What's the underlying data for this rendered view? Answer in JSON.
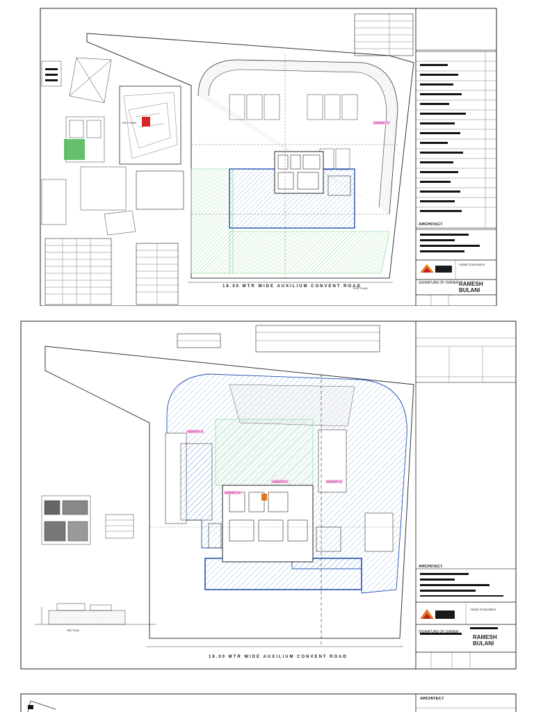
{
  "sheets": [
    {
      "id": "sheet-1",
      "road_label": "18.00 MTR WIDE AUXILIUM CONVENT ROAD",
      "site_plan_label": "SITE PLAN",
      "key_plan_label": "KEY PLAN",
      "amenity_label": "AMENITY 1",
      "title_block": {
        "title_big": "ARCHITECT",
        "owner_name": "RAMESH BULANI",
        "company_name": "Advait Corporation",
        "sign_label": "SIGNATURE OF OWNER"
      }
    },
    {
      "id": "sheet-2",
      "road_label": "18.00 MTR WIDE AUXILIUM CONVENT ROAD",
      "amenity_labels": [
        "AMENITY 2",
        "AMENITY 3",
        "AMENITY 4",
        "AMENITY 5"
      ],
      "section_label": "SECTION",
      "title_block": {
        "title_big": "ARCHITECT",
        "owner_name": "RAMESH BULANI",
        "company_name": "Advait Corporation",
        "sign_label": "SIGNATURE OF OWNER"
      }
    },
    {
      "id": "sheet-3",
      "title_block": {
        "title_big": "ARCHITECT"
      }
    }
  ],
  "colors": {
    "hatch_green": "#7fd38a",
    "hatch_blue": "#6aa0d8",
    "outline_blue": "#1f4fb5",
    "logo_orange": "#e07a1f",
    "logo_red": "#c41d1d",
    "magenta": "#c0249a",
    "site_red": "#d82525"
  }
}
